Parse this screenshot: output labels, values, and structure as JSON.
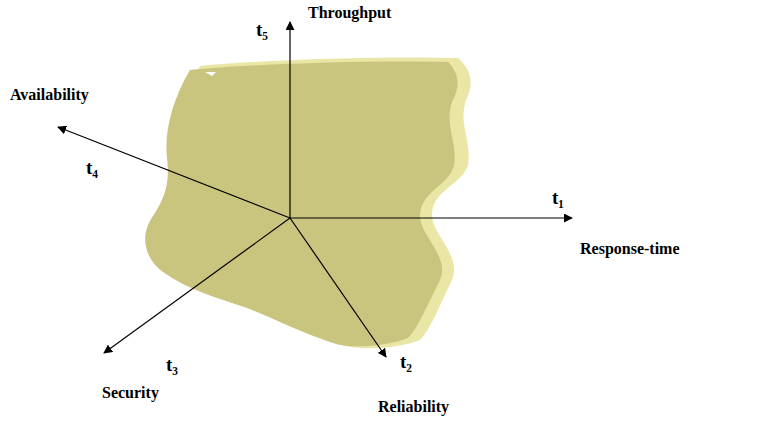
{
  "diagram": {
    "labels": [
      "Throughput",
      "t₅",
      "t₁",
      "Response-time",
      "Availability",
      "t₄",
      "Security",
      "t₃",
      "t₂",
      "Reliability"
    ]
  }
}
